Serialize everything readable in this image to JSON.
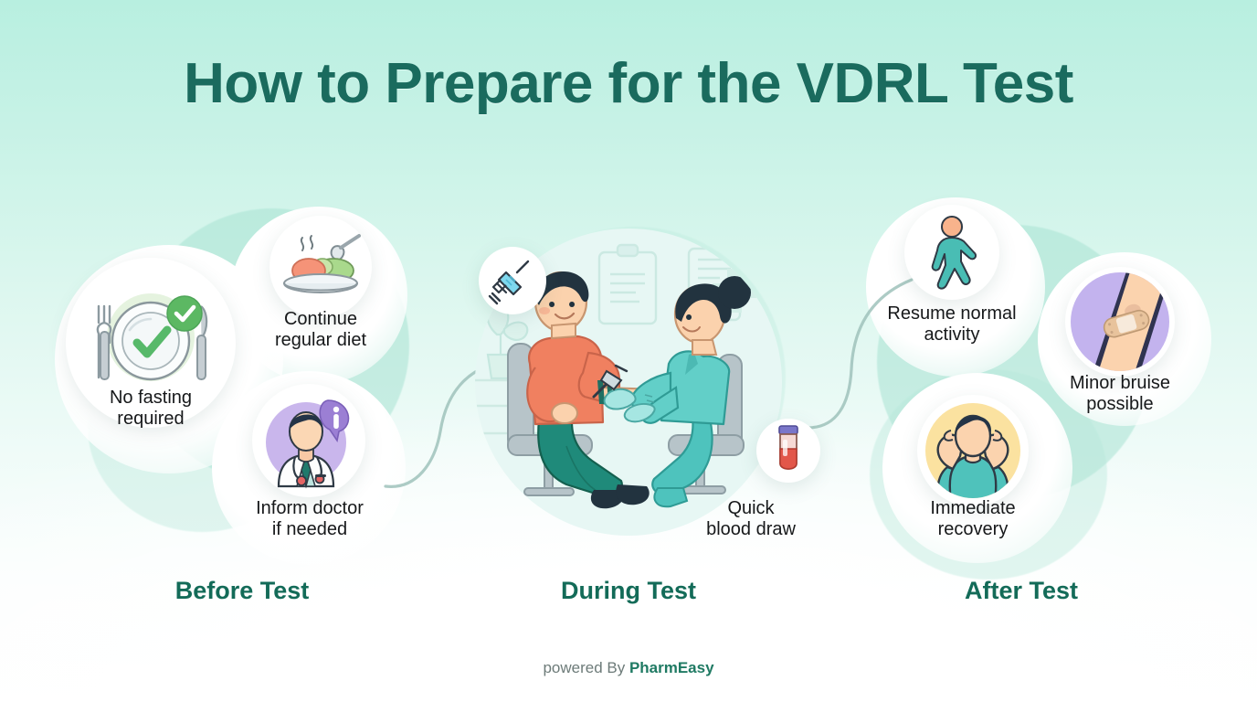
{
  "title": "How to Prepare for the VDRL Test",
  "colors": {
    "title": "#1a6b5e",
    "section_label": "#136b58",
    "caption": "#16181a",
    "background_top": "#b8efe0",
    "background_bottom": "#ffffff",
    "blob": "#a9e3d3",
    "accent_teal": "#45b3a6",
    "brand": "#1f7a63"
  },
  "sections": [
    {
      "label": "Before Test",
      "items": [
        {
          "caption": "No fasting required",
          "icon": "plate-check-icon"
        },
        {
          "caption": "Continue regular diet",
          "icon": "food-plate-icon"
        },
        {
          "caption": "Inform doctor if needed",
          "icon": "doctor-info-icon"
        }
      ]
    },
    {
      "label": "During Test",
      "items": [
        {
          "caption": "Quick blood draw",
          "icon": "blood-draw-scene-icon"
        }
      ],
      "badges": [
        {
          "icon": "syringe-icon"
        },
        {
          "icon": "blood-tube-icon"
        }
      ]
    },
    {
      "label": "After Test",
      "items": [
        {
          "caption": "Resume normal activity",
          "icon": "walking-person-icon"
        },
        {
          "caption": "Minor bruise possible",
          "icon": "arm-bandage-icon"
        },
        {
          "caption": "Immediate recovery",
          "icon": "relaxed-person-icon"
        }
      ]
    }
  ],
  "captions": {
    "no_fasting_line1": "No fasting",
    "no_fasting_line2": "required",
    "diet_line1": "Continue",
    "diet_line2": "regular diet",
    "doctor_line1": "Inform doctor",
    "doctor_line2": "if needed",
    "blood_line1": "Quick",
    "blood_line2": "blood draw",
    "activity_line1": "Resume normal",
    "activity_line2": "activity",
    "bruise_line1": "Minor bruise",
    "bruise_line2": "possible",
    "recovery_line1": "Immediate",
    "recovery_line2": "recovery"
  },
  "footer": {
    "prefix": "powered By ",
    "brand": "PharmEasy"
  }
}
